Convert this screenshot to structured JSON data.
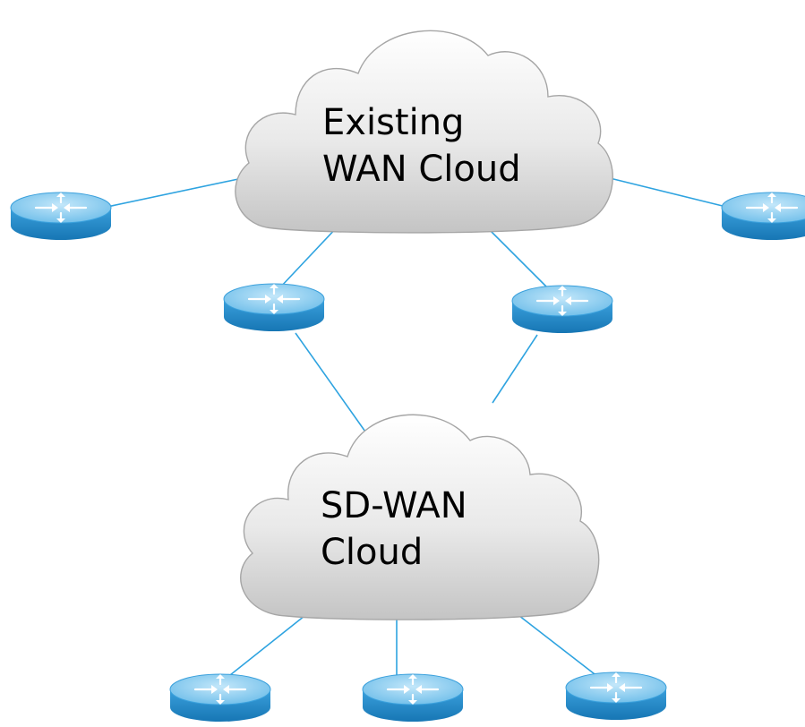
{
  "clouds": {
    "existing": {
      "line1": "Existing",
      "line2": "WAN Cloud"
    },
    "sdwan": {
      "line1": "SD-WAN",
      "line2": "Cloud"
    }
  },
  "colors": {
    "link": "#2ea3e0",
    "router_top": "#8fd0f2",
    "router_side": "#1f86c4",
    "router_arrows": "#ffffff",
    "cloud_top": "#ffffff",
    "cloud_bottom": "#c9c9c9",
    "cloud_stroke": "#a6a6a6"
  },
  "devices": {
    "icon": "router-icon"
  }
}
